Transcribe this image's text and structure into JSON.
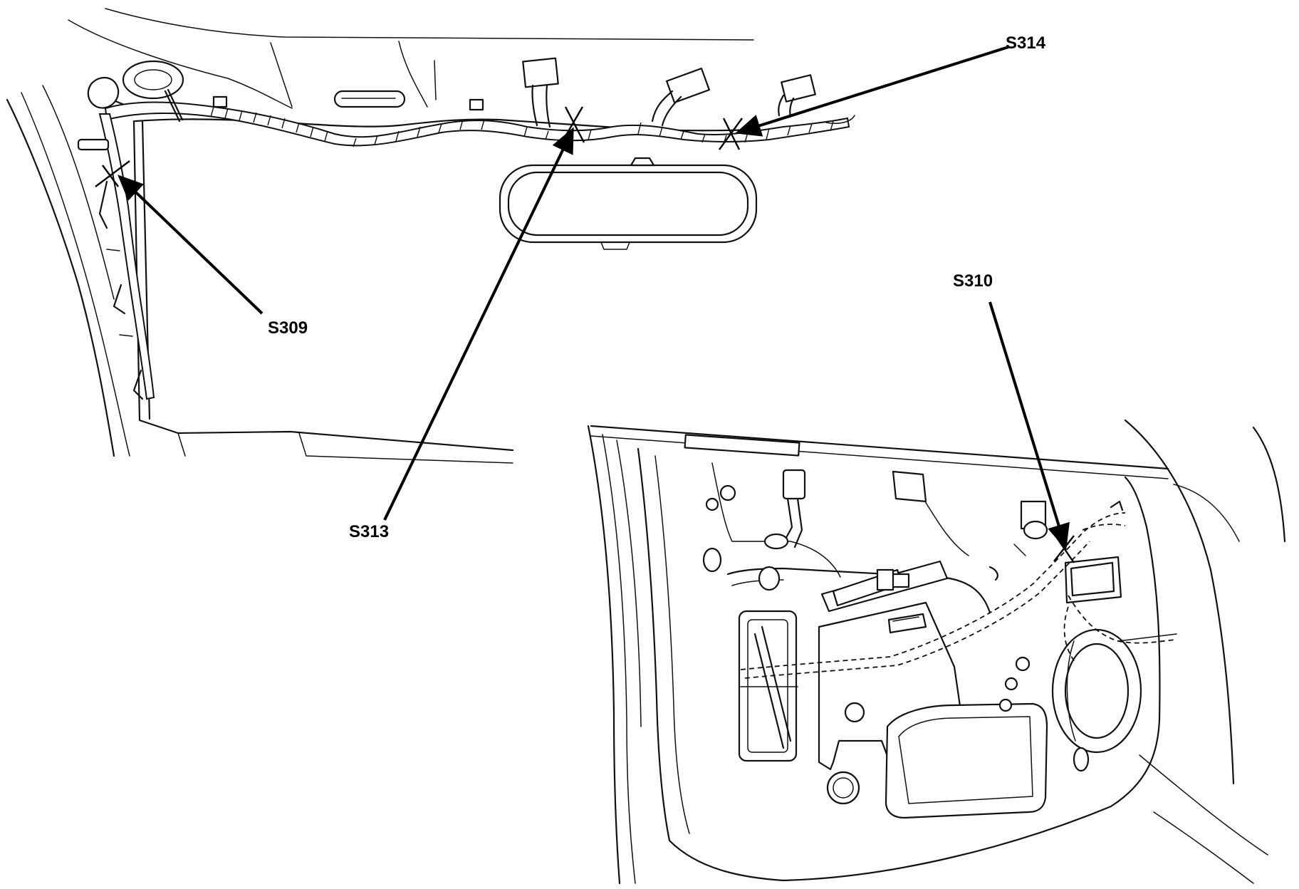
{
  "callouts": [
    {
      "id": "s309",
      "label": "S309"
    },
    {
      "id": "s310",
      "label": "S310"
    },
    {
      "id": "s313",
      "label": "S313"
    },
    {
      "id": "s314",
      "label": "S314"
    }
  ]
}
